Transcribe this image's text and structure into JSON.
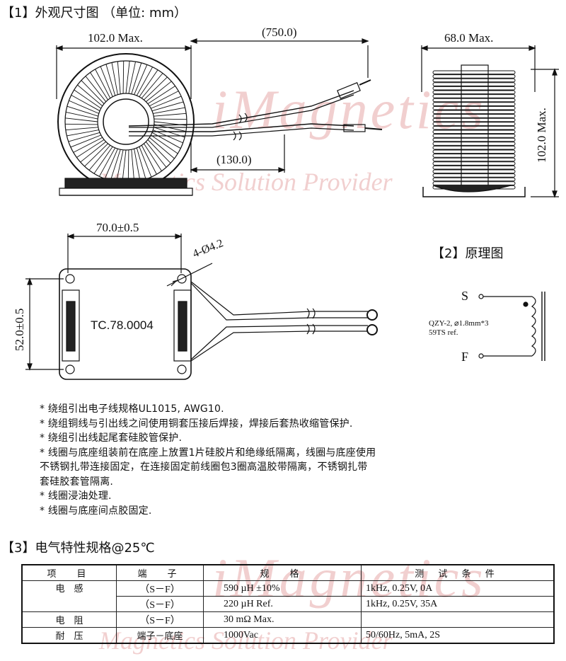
{
  "sections": {
    "s1": "【1】外观尺寸图 （单位: mm）",
    "s2": "【2】原理图",
    "s3": "【3】电气特性规格@25℃"
  },
  "dims": {
    "d_102_width": "102.0 Max.",
    "d_750": "(750.0)",
    "d_130": "(130.0)",
    "d_68": "68.0 Max.",
    "d_102_height": "102.0 Max.",
    "d_70": "70.0±0.5",
    "d_52": "52.0±0.5",
    "d_holes": "4-Ø4.2",
    "part_no": "TC.78.0004"
  },
  "schematic": {
    "pin_s": "S",
    "pin_f": "F",
    "wire_spec": "QZY-2, ⌀1.8mm*3",
    "turns": "59TS ref."
  },
  "notes": [
    "* 绕组引出电子线规格UL1015, AWG10.",
    "* 绕组铜线与引出线之间使用铜套压接后焊接，焊接后套热收缩管保护.",
    "* 绕组引出线起尾套硅胶管保护.",
    "* 线圈与底座组装前在底座上放置1片硅胶片和绝缘纸隔离，线圈与底座使用",
    "  不锈钢扎带连接固定，在连接固定前线圈包3圈高温胶带隔离，不锈钢扎带",
    "  套硅胶套管隔离.",
    "* 线圈浸油处理.",
    "* 线圈与底座间点胶固定."
  ],
  "table": {
    "headers": [
      "项　目",
      "端　子",
      "规　格",
      "测 试 条 件"
    ],
    "rows": [
      {
        "item": "电　感",
        "terminal": "（S－F）",
        "spec": "590 µH ±10%",
        "cond": "1kHz, 0.25V, 0A"
      },
      {
        "item": "",
        "terminal": "（S－F）",
        "spec": "220 µH Ref.",
        "cond": "1kHz, 0.25V, 35A"
      },
      {
        "item": "电　阻",
        "terminal": "（S－F）",
        "spec": "30 mΩ Max.",
        "cond": ""
      },
      {
        "item": "耐　压",
        "terminal": "端子－底座",
        "spec": "1000Vac",
        "cond": "50/60Hz, 5mA, 2S"
      }
    ]
  },
  "watermarks": {
    "brand": "iMagnetics",
    "tagline": "Magnetics Solution Provider"
  },
  "colors": {
    "watermark": "#e6a8a8",
    "ink": "#111111"
  }
}
